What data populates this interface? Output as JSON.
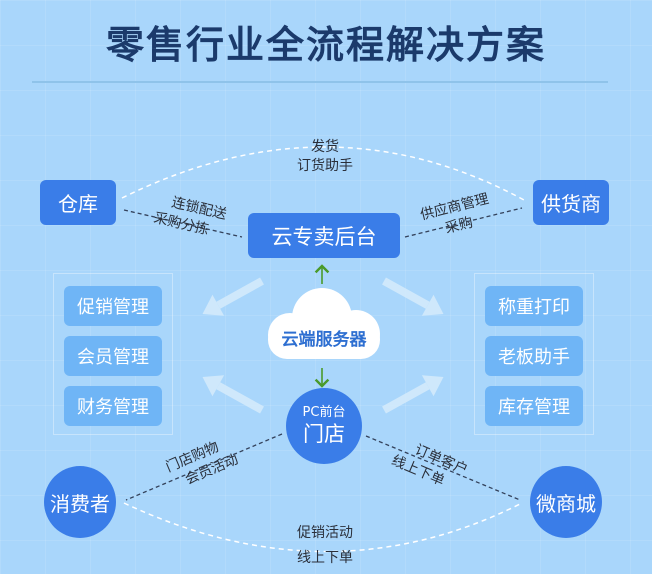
{
  "title": "零售行业全流程解决方案",
  "nodes": {
    "warehouse": "仓库",
    "supplier": "供货商",
    "backend": "云专卖后台",
    "cloud_server": "云端服务器",
    "store_sub": "PC前台",
    "store": "门店",
    "consumer": "消费者",
    "mall": "微商城"
  },
  "left_modules": [
    "促销管理",
    "会员管理",
    "财务管理"
  ],
  "right_modules": [
    "称重打印",
    "老板助手",
    "库存管理"
  ],
  "edge_labels": {
    "warehouse_supplier": [
      "发货",
      "订货助手"
    ],
    "warehouse_backend": [
      "连锁配送",
      "采购分拣"
    ],
    "backend_supplier": [
      "供应商管理",
      "采购"
    ],
    "store_consumer": [
      "门店购物",
      "会员活动"
    ],
    "store_mall": [
      "订单客户",
      "线上下单"
    ],
    "consumer_mall": [
      "促销活动",
      "线上下单"
    ]
  },
  "colors": {
    "background": "#a9d6fb",
    "primary_node": "#3a7de8",
    "module": "#6fb5f6",
    "title": "#1b3a6b",
    "arrow_green": "#4a9a2a"
  }
}
